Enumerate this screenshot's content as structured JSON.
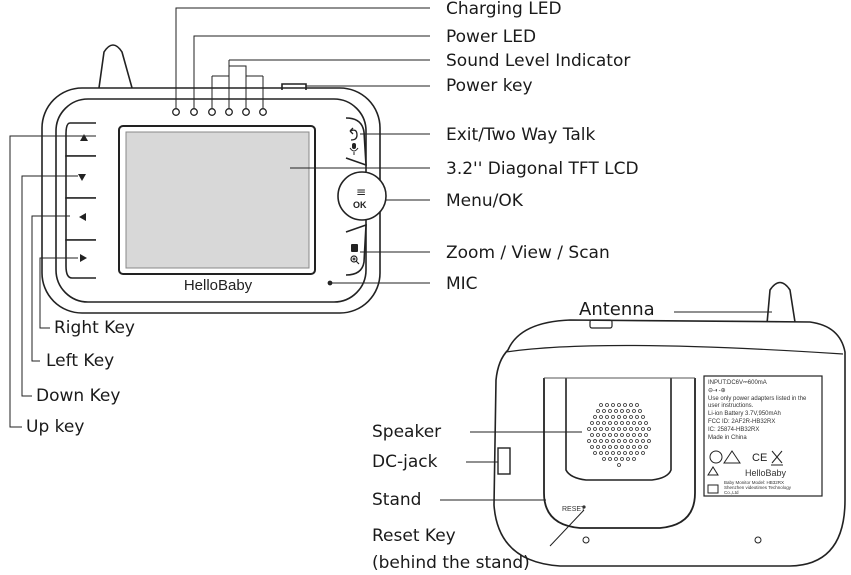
{
  "front_labels": {
    "charging_led": "Charging LED",
    "power_led": "Power LED",
    "sound_level": "Sound Level Indicator",
    "power_key": "Power key",
    "exit_talk": "Exit/Two Way Talk",
    "lcd": "3.2'' Diagonal TFT LCD",
    "menu_ok": "Menu/OK",
    "zoom": "Zoom / View / Scan",
    "mic": "MIC",
    "right_key": "Right Key",
    "left_key": "Left Key",
    "down_key": "Down Key",
    "up_key": "Up key"
  },
  "back_labels": {
    "antenna": "Antenna",
    "speaker": "Speaker",
    "dc_jack": "DC-jack",
    "stand": "Stand",
    "reset_key": "Reset Key",
    "reset_note": "(behind the stand)"
  },
  "device": {
    "brand": "HelloBaby",
    "menu_glyph": "≡",
    "ok_text": "OK",
    "reset_print": "RESET"
  },
  "rating_label": {
    "lines": [
      "INPUT:DC6V⎓600mA",
      "⊖-◐-⊕",
      "Use only power adapters listed in the",
      "user instructions.",
      "Li-ion Battery 3.7V,950mAh",
      "FCC ID: 2AF2R-HB32RX",
      "IC: 25874-HB32RX",
      "Made in China"
    ],
    "brand": "HelloBaby",
    "small_lines": [
      "Baby Monitor   Model: HB32RX",
      "Shenzhen videotimes Technology",
      "Co.,Ltd"
    ]
  },
  "icons": [
    "up-arrow-icon",
    "down-arrow-icon",
    "left-arrow-icon",
    "right-arrow-icon",
    "return-icon",
    "microphone-icon",
    "menu-icon",
    "camera-icon",
    "zoom-icon",
    "speaker-grille-icon",
    "certification-marks-icon"
  ]
}
